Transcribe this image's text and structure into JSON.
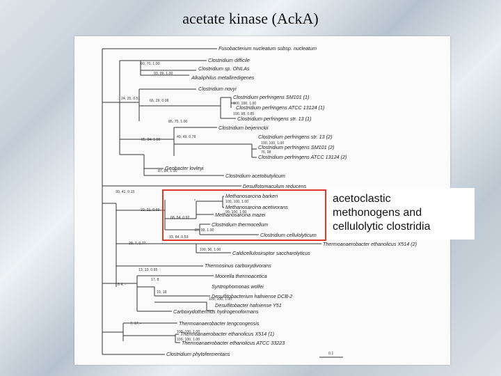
{
  "title": "acetate kinase (AckA)",
  "callout": {
    "line1": "acetoclastic",
    "line2": "methonogens and",
    "line3": "cellulolytic clostridia"
  },
  "highlight_color": "#e0392b",
  "tree": {
    "taxa": [
      "Fusobacterium nucleatum subsp. nucleatum",
      "Clostridium difficile",
      "Clostridium sp. OhILAs",
      "Alkaliphilus metalliredigenes",
      "Clostridium novyi",
      "Clostridium perfringens SM101 (1)",
      "Clostridium perfringens ATCC 13124 (1)",
      "Clostridium perfringens str. 13 (1)",
      "Clostridium beijerinckii",
      "Clostridium perfringens str. 13 (2)",
      "Clostridium perfringens SM101 (2)",
      "Clostridium perfringens ATCC 13124 (2)",
      "Geobacter lovleyi",
      "Clostridium acetobutylicum",
      "Desulfotomaculum reducens",
      "Methanosarcina barkeri",
      "Methanosarcina acetivorans",
      "Methanosarcina mazei",
      "Clostridium thermocellum",
      "Clostridium cellulolyticum",
      "Thermoanaerobacter ethanolicus X514 (2)",
      "Caldicellulosiruptor saccharolyticus",
      "Thermosinus carboxydivorans",
      "Moorella thermoacetica",
      "Syntrophomonas wolfei",
      "Desulfitobacterium hafniense DCB-2",
      "Desulfitobacter hafniense Y51",
      "Carboxydothermus hydrogenoformans",
      "Thermoanaerobacter tengcongensis",
      "Thermoanaerobacter ethanolicus X514 (1)",
      "Thermoanaerobacter ethanolicus ATCC 33223",
      "Clostridium phytofermentans"
    ],
    "support": [
      "60, 70, 1.00",
      "93, 99, 1.00",
      "24, 25, 0.51",
      "66, 29, 0.08",
      "100, 100, 1.00",
      "100, 98, 0.85",
      "85, 75, 1.00",
      "85, 84, 1.00",
      "49, 49, 0.78",
      "100, 100, 1.00",
      "76, 98",
      "87, 84, 1.00",
      "30, 41, 0.15",
      "*",
      "100, 100, 1.00",
      "99, 100, 1.00",
      "22, 21, 0.66",
      "68, 54, 0.92",
      "87, 99, 1.00",
      "33, 84, 0.53",
      "29, 7, 0.77",
      "100, 96, 1.00",
      "13, 13, 0.65",
      "17, 8",
      "10, 18",
      "8 4, -",
      "100, 100, 1.00",
      "7, 17, -",
      "100, 100, 1.00",
      "100, 100, 1.00"
    ],
    "scale_label": "0.1"
  }
}
